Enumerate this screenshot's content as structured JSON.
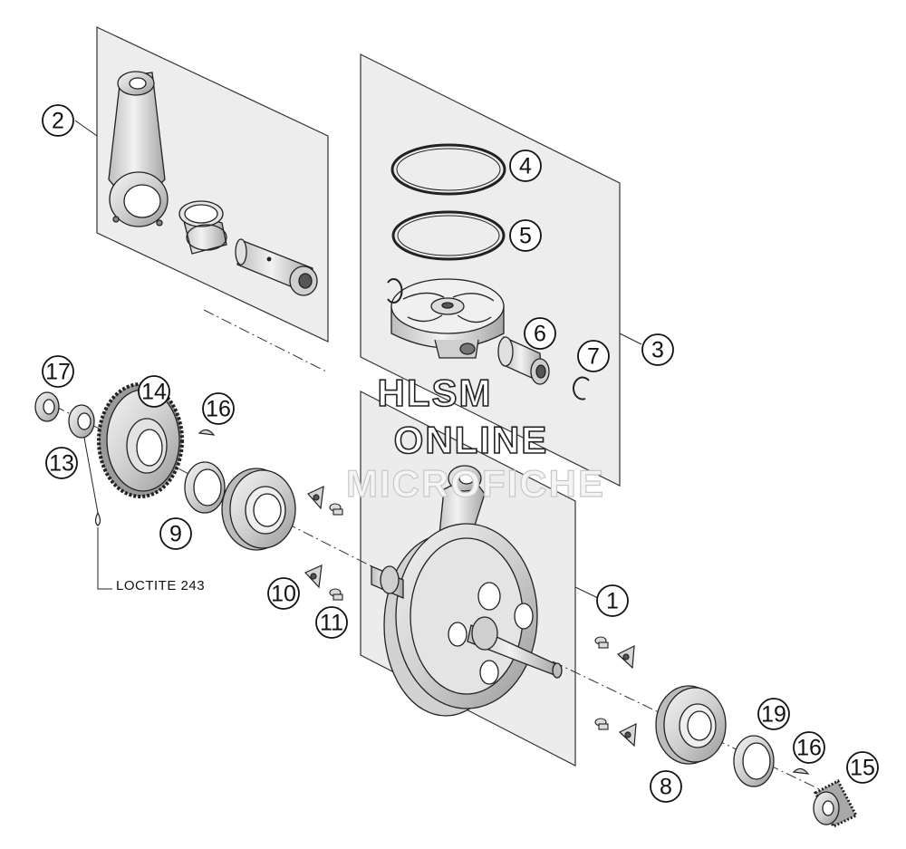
{
  "callouts": [
    {
      "id": "c1",
      "label": "1"
    },
    {
      "id": "c2",
      "label": "2"
    },
    {
      "id": "c3",
      "label": "3"
    },
    {
      "id": "c4",
      "label": "4"
    },
    {
      "id": "c5",
      "label": "5"
    },
    {
      "id": "c6",
      "label": "6"
    },
    {
      "id": "c7",
      "label": "7"
    },
    {
      "id": "c8",
      "label": "8"
    },
    {
      "id": "c9",
      "label": "9"
    },
    {
      "id": "c10",
      "label": "10"
    },
    {
      "id": "c11",
      "label": "11"
    },
    {
      "id": "c13",
      "label": "13"
    },
    {
      "id": "c14",
      "label": "14"
    },
    {
      "id": "c15",
      "label": "15"
    },
    {
      "id": "c16a",
      "label": "16"
    },
    {
      "id": "c16b",
      "label": "16"
    },
    {
      "id": "c17",
      "label": "17"
    },
    {
      "id": "c19",
      "label": "19"
    }
  ],
  "annotation": {
    "loctite": "LOCTITE 243"
  },
  "watermark": {
    "line1": "HLSM",
    "line2": "ONLINE",
    "line3": "MICROFICHE"
  }
}
